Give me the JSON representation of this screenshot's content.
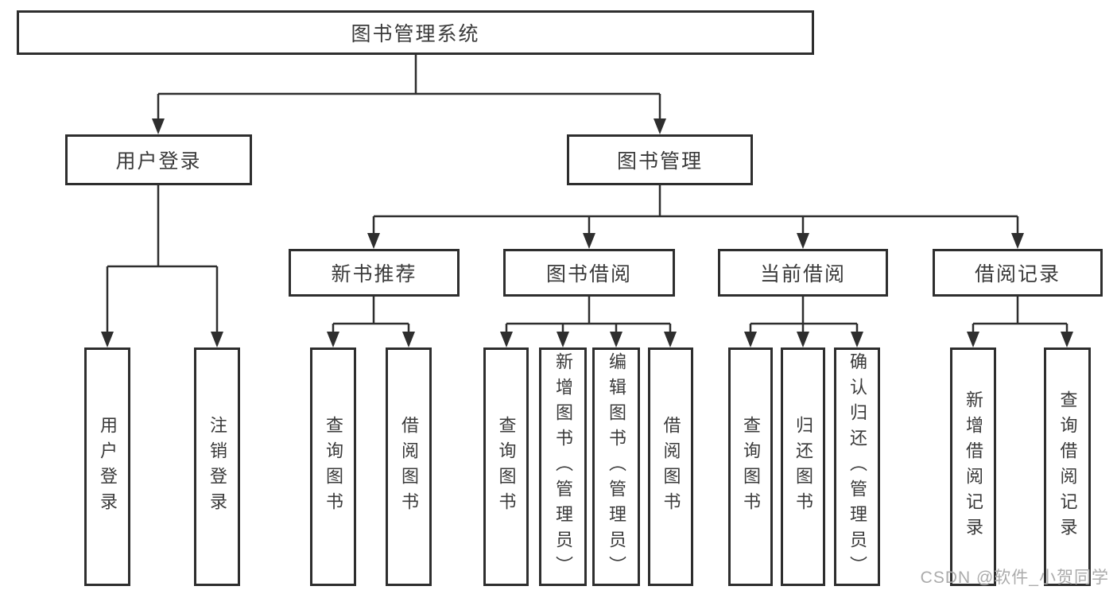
{
  "diagram": {
    "root": "图书管理系统",
    "user_login": {
      "label": "用户登录",
      "children": [
        "用户登录",
        "注销登录"
      ]
    },
    "book_mgmt": {
      "label": "图书管理",
      "sections": [
        {
          "label": "新书推荐",
          "children": [
            "查询图书",
            "借阅图书"
          ]
        },
        {
          "label": "图书借阅",
          "children": [
            "查询图书",
            "新增图书（管理员）",
            "编辑图书（管理员）",
            "借阅图书"
          ]
        },
        {
          "label": "当前借阅",
          "children": [
            "查询图书",
            "归还图书",
            "确认归还（管理员）"
          ]
        },
        {
          "label": "借阅记录",
          "children": [
            "新增借阅记录",
            "查询借阅记录"
          ]
        }
      ]
    }
  },
  "watermark": "CSDN @软件_小贺同学",
  "colors": {
    "line": "#2e2e2e",
    "text": "#3a3a3a",
    "watermark": "#ababab",
    "background": "#ffffff"
  }
}
